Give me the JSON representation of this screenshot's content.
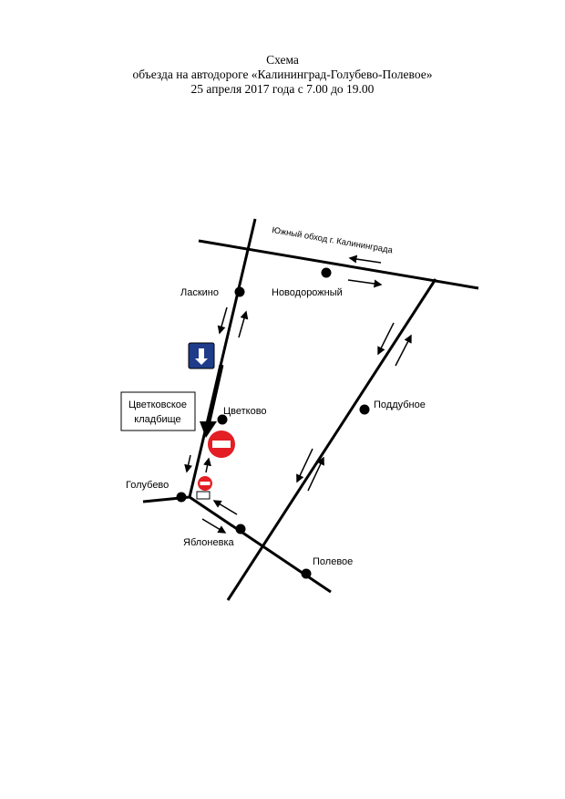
{
  "header": {
    "line1": "Схема",
    "line2": "объезда на автодороге «Калининград-Голубево-Полевое»",
    "line3": "25 апреля 2017 года с 7.00 до 19.00"
  },
  "roads": {
    "south_bypass": "Южный обход г. Калининграда"
  },
  "places": {
    "laskino": "Ласкино",
    "novodorozhny": "Новодорожный",
    "tsvetkovo": "Цветково",
    "poddubnoe": "Поддубное",
    "golubevo": "Голубево",
    "yablonevka": "Яблоневка",
    "polevoe": "Полевое"
  },
  "cemetery": {
    "line1": "Цветковское",
    "line2": "кладбище"
  },
  "colors": {
    "road": "#000000",
    "no_entry_sign": "#e31e24",
    "direction_sign": "#1f3c8a"
  },
  "signs": {
    "direction_sign_icon": "arrow-down-icon",
    "no_entry_icon": "no-entry-icon"
  }
}
